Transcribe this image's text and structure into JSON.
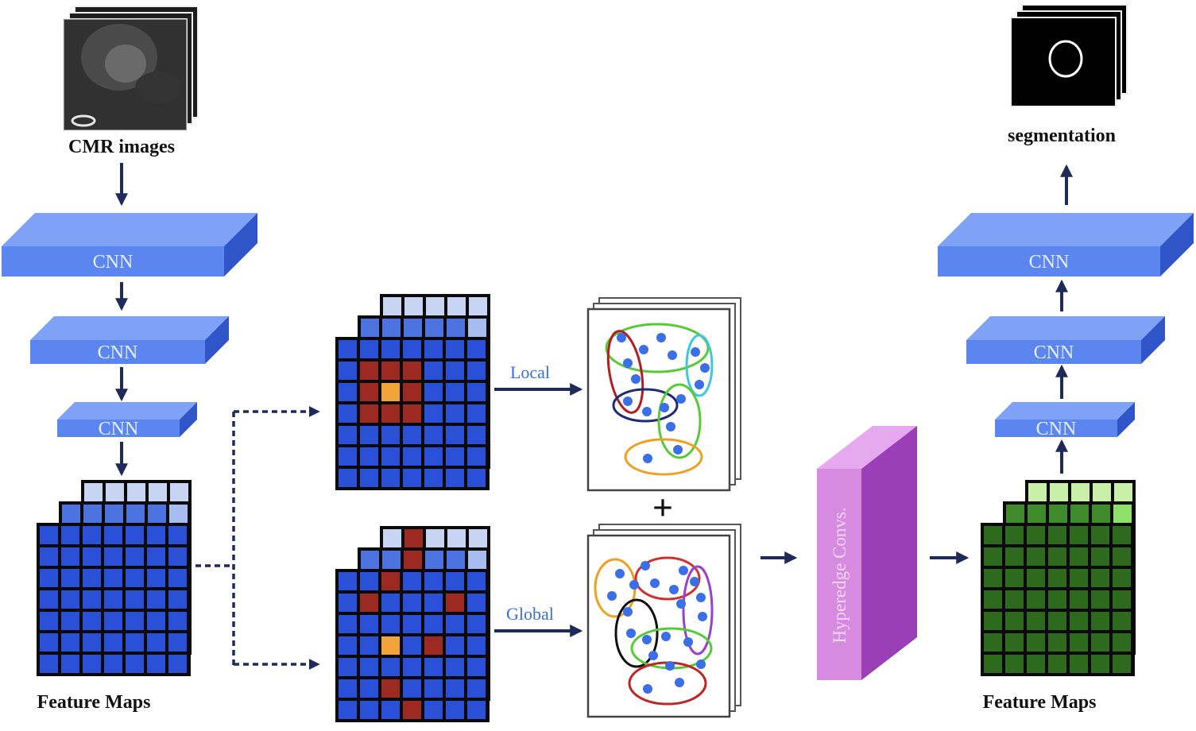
{
  "labels": {
    "cmr_images": "CMR images",
    "segmentation": "segmentation",
    "cnn": "CNN",
    "local": "Local",
    "global": "Global",
    "hyperedge": "Hyperedge Convs.",
    "feature_maps_left": "Feature Maps",
    "feature_maps_right": "Feature Maps",
    "plus": "+"
  },
  "colors": {
    "arrow": "#1e2a5a",
    "cnn_face": "#5b86f0",
    "grid_blue": "#2b50d8",
    "grid_light": "#c7d4f2",
    "grid_red": "#9c2a22",
    "grid_orange": "#f2a33a",
    "green_dark": "#2e6a1e",
    "green_light": "#7fd65a",
    "hyper_front": "#d68ae0",
    "hyper_side": "#9a3fb5",
    "node": "#3a6fe8"
  }
}
